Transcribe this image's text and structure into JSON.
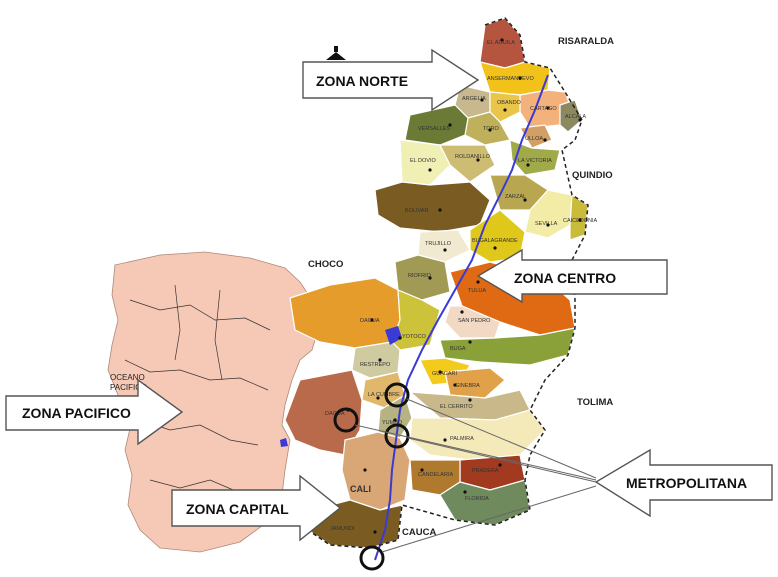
{
  "zones": {
    "norte": "ZONA NORTE",
    "centro": "ZONA CENTRO",
    "pacifico": "ZONA PACIFICO",
    "capital": "ZONA CAPITAL",
    "metropolitana": "METROPOLITANA"
  },
  "neighbors": {
    "risaralda": "RISARALDA",
    "quindio": "QUINDIO",
    "choco": "CHOCO",
    "tolima": "TOLIMA",
    "cauca": "CAUCA",
    "oceano_line1": "OCEANO",
    "oceano_line2": "PACIFICO"
  },
  "municipalities": [
    "EL AGUILA",
    "ANSERMANUEVO",
    "CARTAGO",
    "ARGELIA",
    "OBANDO",
    "TORO",
    "ULLOA",
    "ALCALA",
    "VERSALLES",
    "EL DOVIO",
    "LA VICTORIA",
    "ROLDANILLO",
    "ZARZAL",
    "BOLIVAR",
    "SEVILLA",
    "CAICEDONIA",
    "TRUJILLO",
    "BUGALAGRANDE",
    "RIOFRIO",
    "TULUA",
    "SAN PEDRO",
    "DAGUA",
    "YOTOCO",
    "BUGA",
    "RESTREPO",
    "GUACARI",
    "GINEBRA",
    "LA CUMBRE",
    "EL CERRITO",
    "YUMBO",
    "DAGUA",
    "PALMIRA",
    "PRADERA",
    "CANDELARIA",
    "CALI",
    "FLORIDA",
    "JAMUNDI"
  ],
  "colors": {
    "pacifico_land": "#f6c8b6",
    "river": "#3a3ad6",
    "border_dash": "#222222",
    "callout_fill": "#ffffff",
    "metro_ring": "#111111"
  }
}
